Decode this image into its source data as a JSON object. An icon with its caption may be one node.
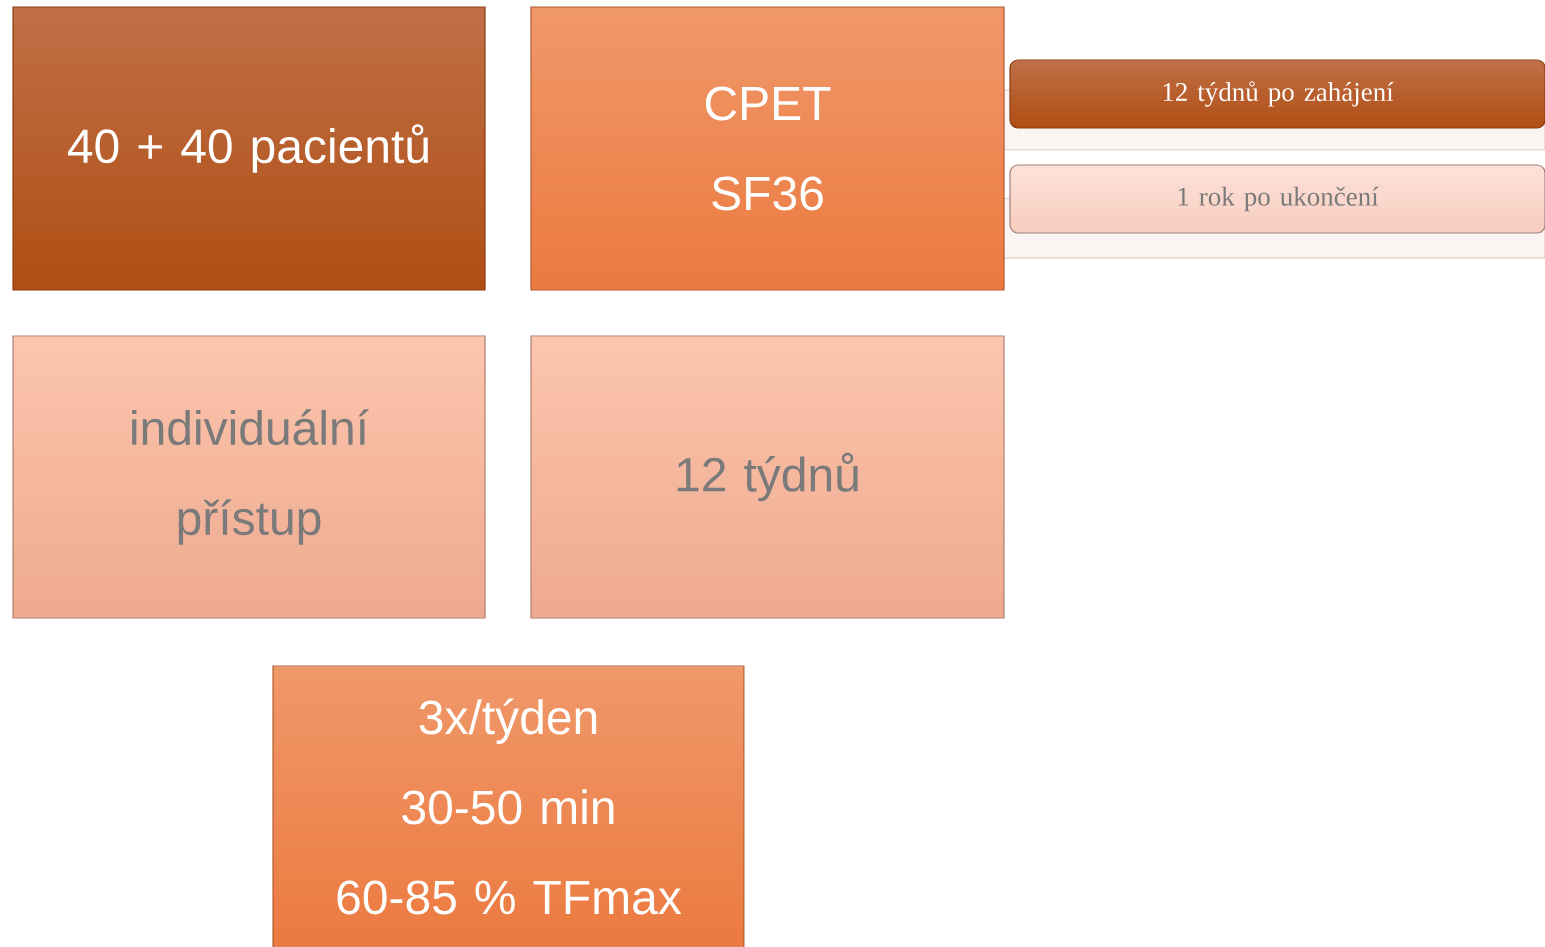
{
  "diagram": {
    "nodes": [
      {
        "text": [
          "40 + 40 pacientů"
        ]
      },
      {
        "text": [
          "CPET",
          "SF36"
        ]
      },
      {
        "text": [
          "12 týdnů po zahájení"
        ]
      },
      {
        "text": [
          "1 rok po ukončení"
        ]
      },
      {
        "text": [
          "individuální přístup"
        ]
      },
      {
        "text": [
          "12 týdnů"
        ]
      },
      {
        "text": [
          "3x/týden",
          "30-50 min",
          "60-85 % TFmax"
        ]
      }
    ]
  }
}
